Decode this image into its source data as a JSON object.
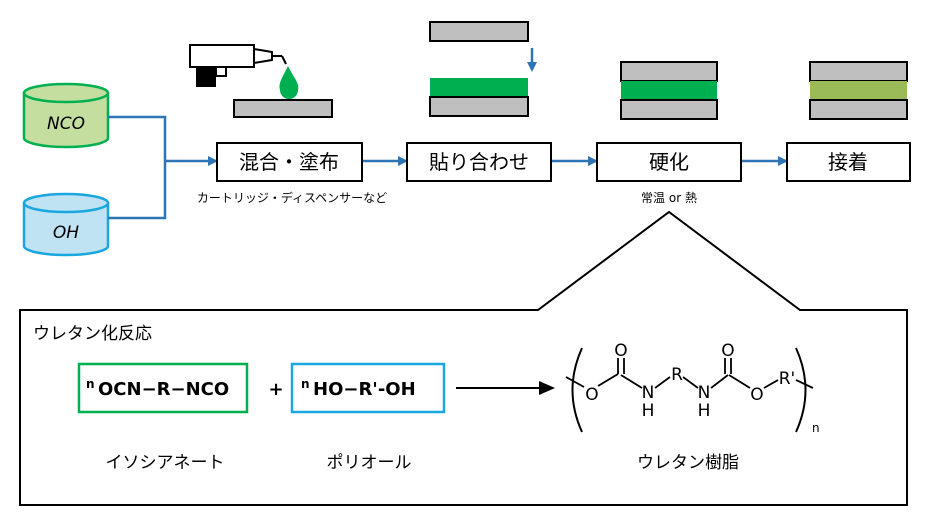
{
  "tanks": {
    "nco": {
      "label": "NCO",
      "color": "#00b050",
      "fill": "#c4dea0"
    },
    "oh": {
      "label": "OH",
      "color": "#1aa7e0",
      "fill": "#bfe3f3"
    }
  },
  "process": {
    "step1": {
      "label": "混合・塗布",
      "note": "カートリッジ・ディスペンサーなど"
    },
    "step2": {
      "label": "貼り合わせ"
    },
    "step3": {
      "label": "硬化",
      "note": "常温 or 熱"
    },
    "step4": {
      "label": "接着"
    }
  },
  "colors": {
    "arrow": "#2e75b6",
    "adhesive_wet": "#00b050",
    "adhesive_cured": "#9bbb59",
    "substrate": "#bfbfbf"
  },
  "reaction": {
    "title": "ウレタン化反応",
    "isocyanate": {
      "prefix": "n",
      "formula": "OCN−R−NCO",
      "name": "イソシアネート"
    },
    "plus": "+",
    "polyol": {
      "prefix": "n",
      "formula": "HO−R'-OH",
      "name": "ポリオール"
    },
    "product": {
      "name": "ウレタン樹脂",
      "atoms": {
        "o1": "O",
        "o2": "O",
        "o3": "O",
        "o4": "O",
        "n1": "N",
        "h1": "H",
        "r": "R",
        "n2": "N",
        "h2": "H",
        "r2": "R'"
      },
      "subscript": "n"
    }
  }
}
